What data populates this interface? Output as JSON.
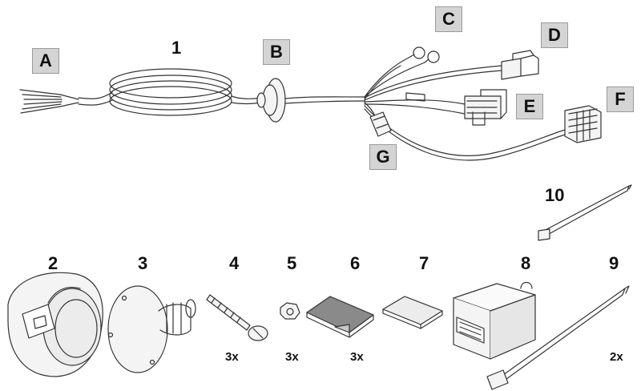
{
  "letters": {
    "a": "A",
    "b": "B",
    "c": "C",
    "d": "D",
    "e": "E",
    "f": "F",
    "g": "G"
  },
  "numbers": {
    "n1": "1",
    "n2": "2",
    "n3": "3",
    "n4": "4",
    "n5": "5",
    "n6": "6",
    "n7": "7",
    "n8": "8",
    "n9": "9",
    "n10": "10"
  },
  "quantities": {
    "q4": "3x",
    "q5": "3x",
    "q6": "3x",
    "q9": "2x"
  },
  "colors": {
    "label_box_fill": "#d4d4d4",
    "line": "#333333",
    "wire_light": "#ffffff",
    "part_fill": "#f4f4f4"
  }
}
